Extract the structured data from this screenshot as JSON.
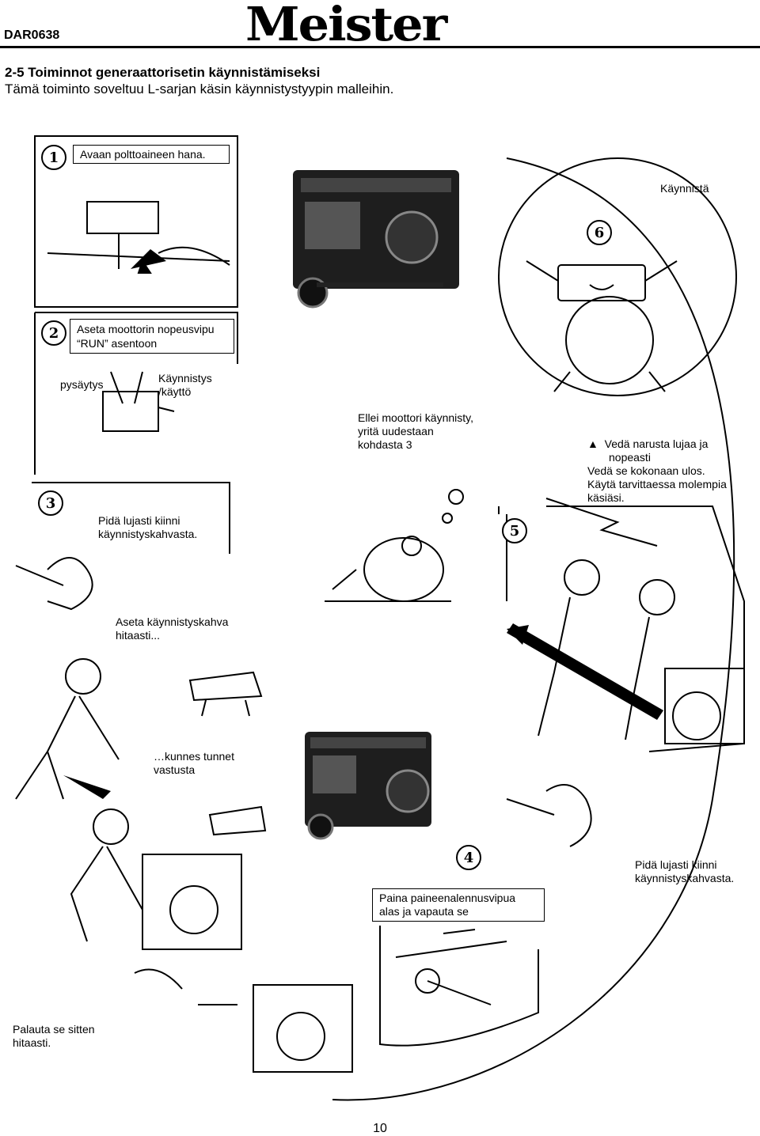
{
  "header": {
    "doc_code": "DAR0638",
    "brand": "Meister"
  },
  "section": {
    "title": "2-5 Toiminnot generaattorisetin käynnistämiseksi",
    "subtitle": "Tämä toiminto soveltuu L-sarjan käsin käynnistystyypin malleihin."
  },
  "steps": {
    "s1": {
      "num": "1",
      "text": "Avaan polttoaineen hana."
    },
    "s2": {
      "num": "2",
      "line1": "Aseta moottorin nopeusvipu",
      "line2": "“RUN” asentoon",
      "stop": "pysäytys",
      "start_line1": "Käynnistys",
      "start_line2": "/käyttö"
    },
    "s3": {
      "num": "3",
      "line1": "Pidä lujasti kiinni",
      "line2": "käynnistyskahvasta.",
      "slow_line1": "Aseta käynnistyskahva",
      "slow_line2": "hitaasti...",
      "resist_line1": "…kunnes tunnet",
      "resist_line2": "vastusta"
    },
    "s4": {
      "num": "4",
      "line1": "Paina paineenalennusvipua",
      "line2": "alas ja vapauta se",
      "hold_line1": "Pidä lujasti kiinni",
      "hold_line2": "käynnistyskahvasta.",
      "return_line1": "Palauta se sitten",
      "return_line2": "hitaasti."
    },
    "s5": {
      "num": "5",
      "line1": "Vedä narusta lujaa ja",
      "line2": "nopeasti",
      "line3": "Vedä se kokonaan ulos.",
      "line4": "Käytä tarvittaessa molempia",
      "line5": "käsiäsi."
    },
    "s6": {
      "num": "6",
      "text": "Käynnistä"
    },
    "retry": {
      "line1": "Ellei moottori käynnisty,",
      "line2": "yritä uudestaan",
      "line3": "kohdasta 3"
    }
  },
  "footer": {
    "page": "10"
  }
}
